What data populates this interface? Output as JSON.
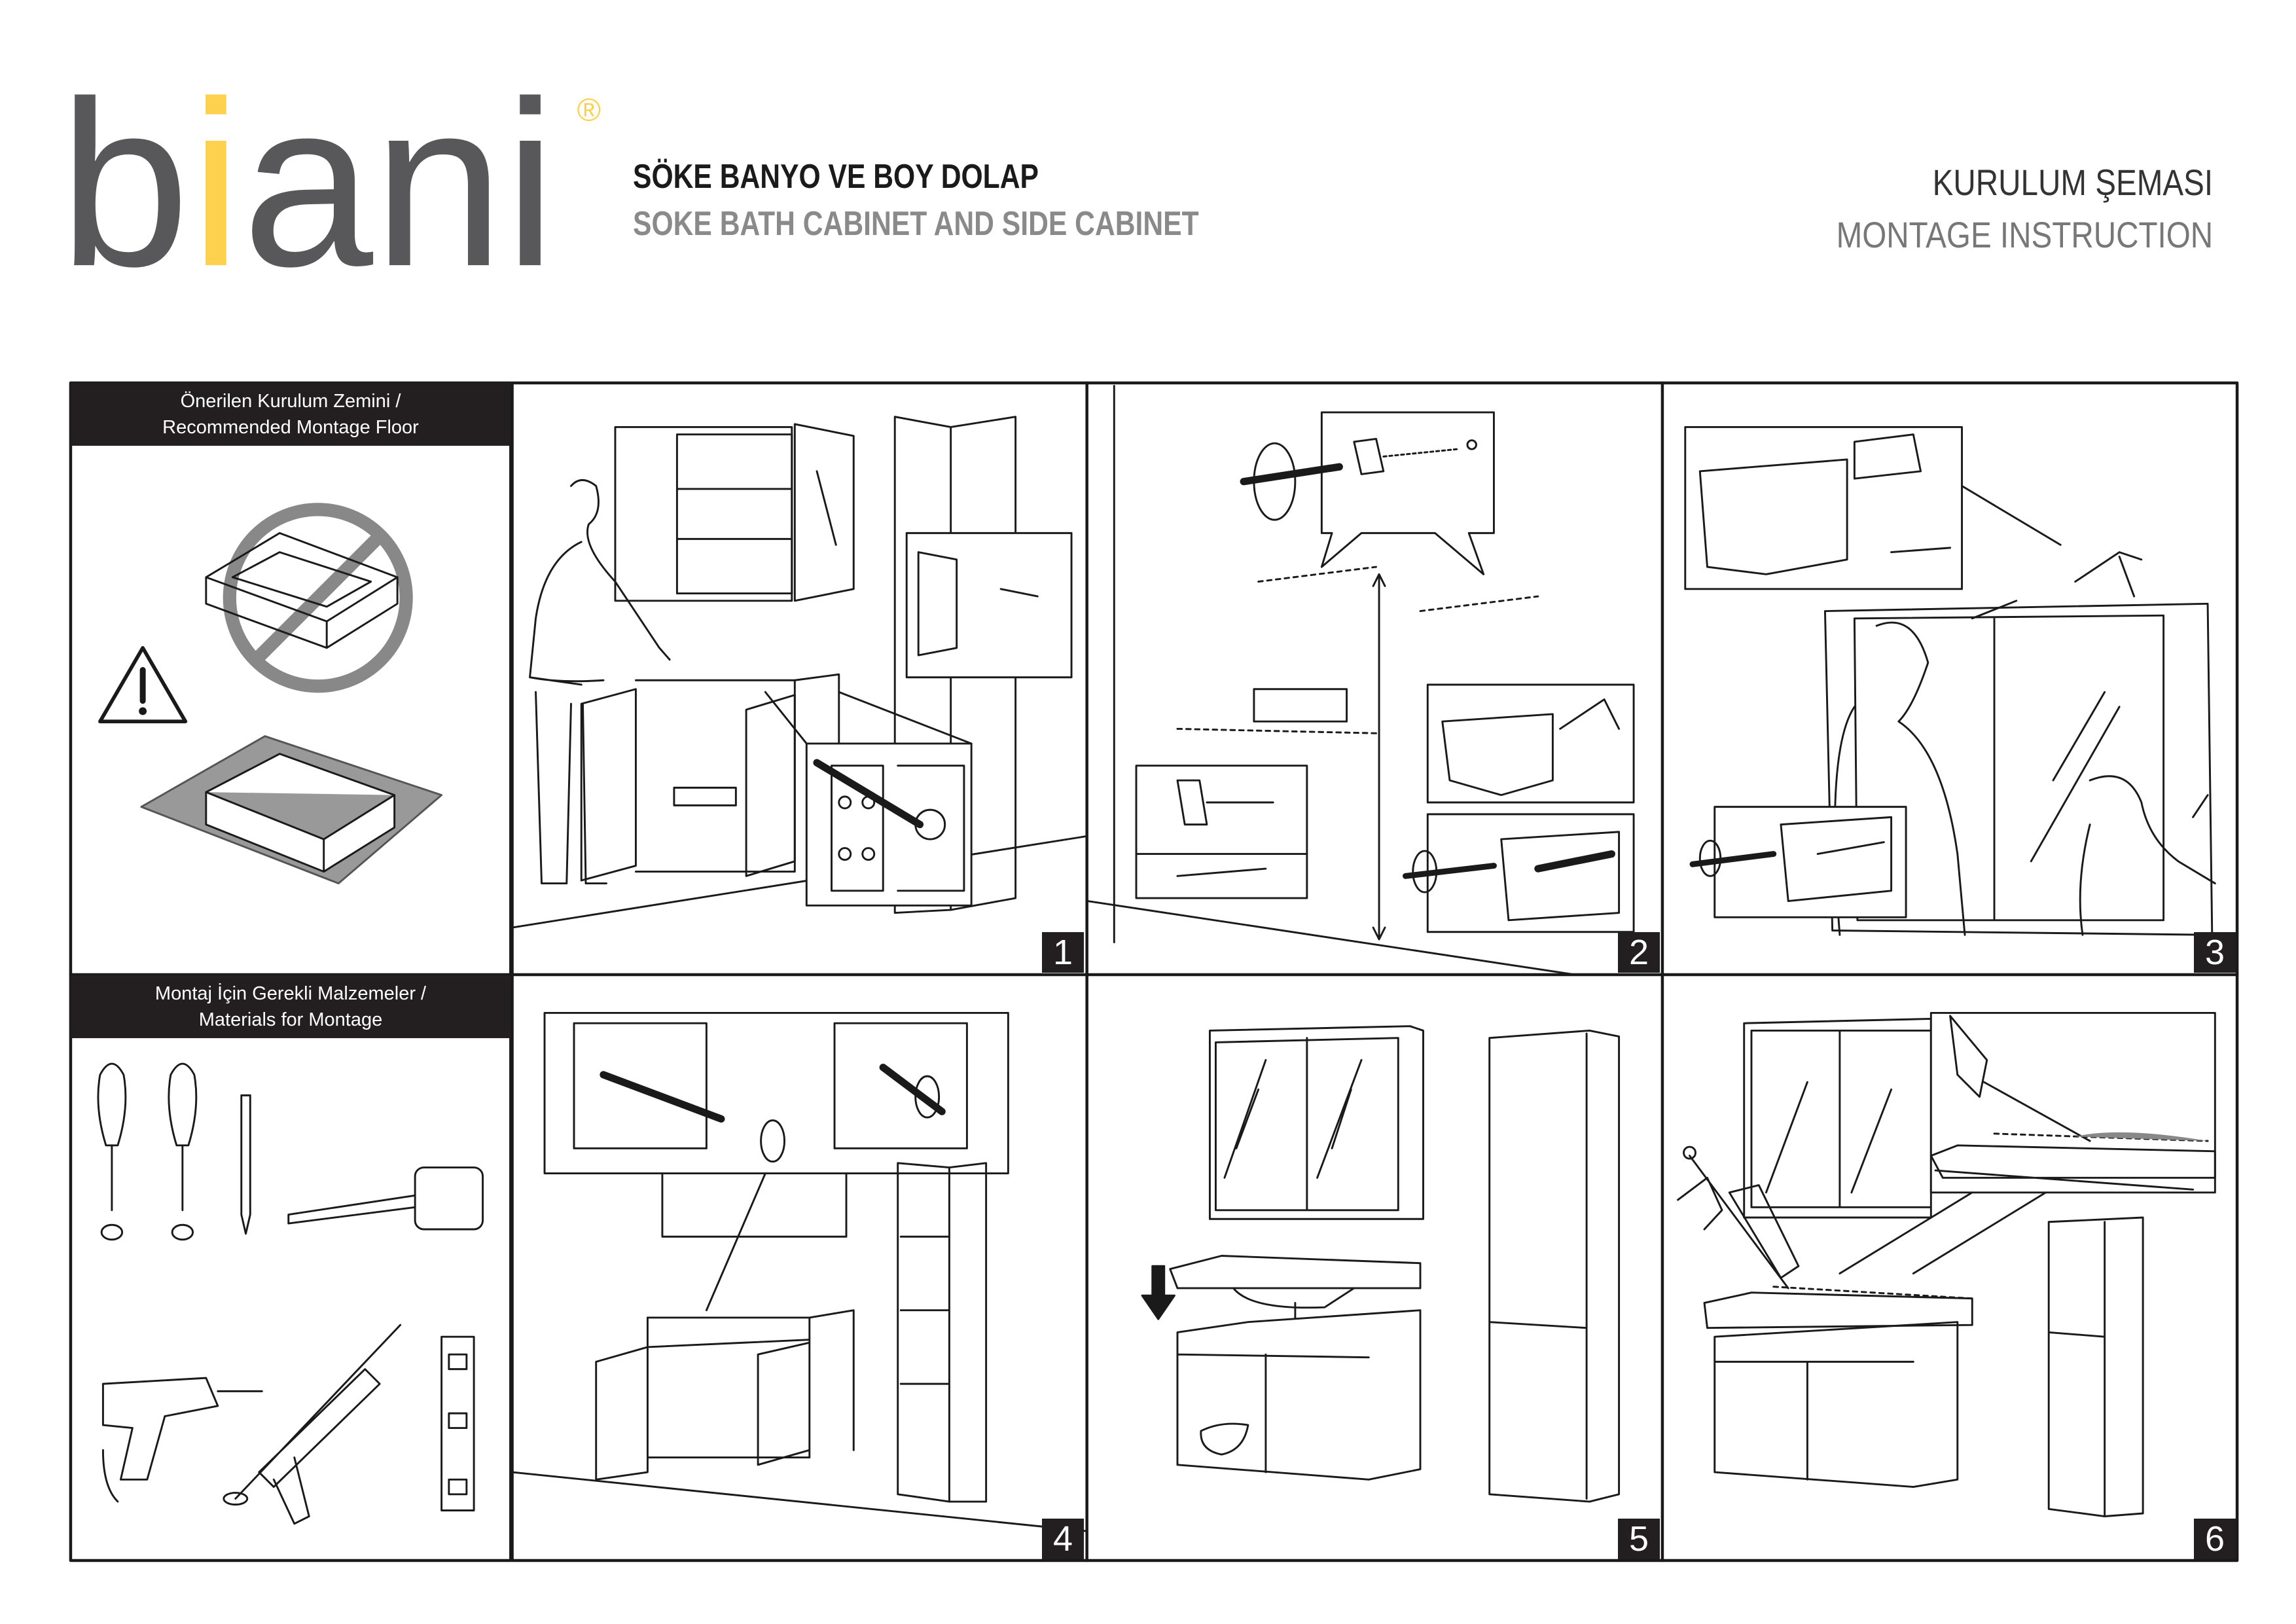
{
  "brand": {
    "logo_parts": [
      "b",
      "i",
      "ani"
    ],
    "registered_mark": "®",
    "colors": {
      "gray": "#58585a",
      "yellow": "#fdd14d"
    }
  },
  "header": {
    "title_tr": "SÖKE BANYO VE BOY DOLAP",
    "title_en": "SOKE BATH CABINET AND SIDE CABINET",
    "doc_type_tr": "KURULUM ŞEMASI",
    "doc_type_en": "MONTAGE INSTRUCTION"
  },
  "sidebar": {
    "floor_section": {
      "line1": "Önerilen Kurulum Zemini /",
      "line2": "Recommended Montage Floor"
    },
    "materials_section": {
      "line1": "Montaj İçin Gerekli Malzemeler /",
      "line2": "Materials for Montage"
    },
    "tools": [
      "flat-screwdriver",
      "phillips-screwdriver",
      "pencil",
      "tape-measure",
      "drill",
      "silicone-gun",
      "spirit-level"
    ]
  },
  "steps": [
    {
      "number": "1"
    },
    {
      "number": "2"
    },
    {
      "number": "3"
    },
    {
      "number": "4"
    },
    {
      "number": "5"
    },
    {
      "number": "6"
    }
  ]
}
